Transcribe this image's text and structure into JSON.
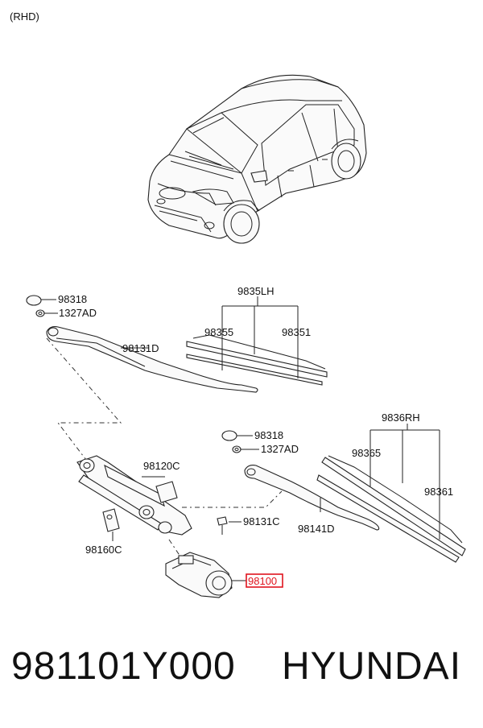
{
  "header": {
    "variant": "(RHD)"
  },
  "callouts": {
    "cap_left": "98318",
    "nut_left": "1327AD",
    "arm_left": "98131D",
    "blade_lh": "9835LH",
    "blade_lh_a": "98355",
    "blade_lh_b": "98351",
    "linkage": "98120C",
    "bracket": "98160C",
    "bolt": "98131C",
    "motor": "98100",
    "cap_right": "98318",
    "nut_right": "1327AD",
    "arm_right": "98141D",
    "blade_rh": "9836RH",
    "blade_rh_a": "98365",
    "blade_rh_b": "98361"
  },
  "highlight_color": "#e0141e",
  "footer": {
    "part_number": "981101Y000",
    "brand": "HYUNDAI"
  }
}
